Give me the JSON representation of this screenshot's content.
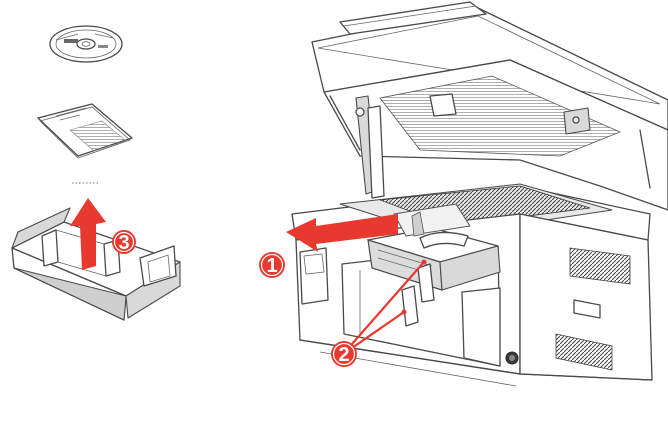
{
  "steps": [
    {
      "number": "1",
      "color": "#e8392f"
    },
    {
      "number": "2",
      "color": "#e8392f"
    },
    {
      "number": "3",
      "color": "#e8392f"
    }
  ],
  "accessories": [
    "cd-disc",
    "quick-guide-document",
    "packaging-tray"
  ],
  "accent_color": "#e8392f",
  "line_color": "#4a4a4a"
}
